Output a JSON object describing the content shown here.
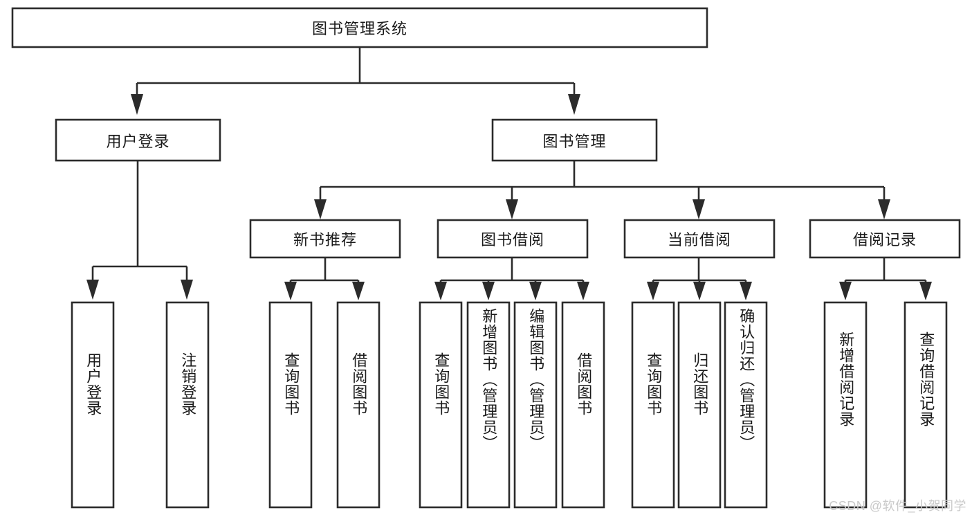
{
  "diagram": {
    "type": "hierarchy-tree",
    "title": "图书管理系统",
    "watermark": "CSDN @软件_小贺同学",
    "colors": {
      "box_stroke": "#2b2b2b",
      "box_fill": "#ffffff",
      "text": "#1a1a1a",
      "background": "#ffffff",
      "watermark": "#c9c9c9"
    },
    "root": {
      "label": "图书管理系统"
    },
    "level2": [
      {
        "label": "用户登录"
      },
      {
        "label": "图书管理"
      }
    ],
    "level3": [
      {
        "label": "新书推荐"
      },
      {
        "label": "图书借阅"
      },
      {
        "label": "当前借阅"
      },
      {
        "label": "借阅记录"
      }
    ],
    "leaves": {
      "user_login": [
        {
          "label": "用户登录"
        },
        {
          "label": "注销登录"
        }
      ],
      "new_book_recommend": [
        {
          "label": "查询图书"
        },
        {
          "label": "借阅图书"
        }
      ],
      "book_borrow": [
        {
          "label": "查询图书"
        },
        {
          "label": "新增图书（管理员）"
        },
        {
          "label": "编辑图书（管理员）"
        },
        {
          "label": "借阅图书"
        }
      ],
      "current_borrow": [
        {
          "label": "查询图书"
        },
        {
          "label": "归还图书"
        },
        {
          "label": "确认归还（管理员）"
        }
      ],
      "borrow_record": [
        {
          "label": "新增借阅记录"
        },
        {
          "label": "查询借阅记录"
        }
      ]
    }
  }
}
